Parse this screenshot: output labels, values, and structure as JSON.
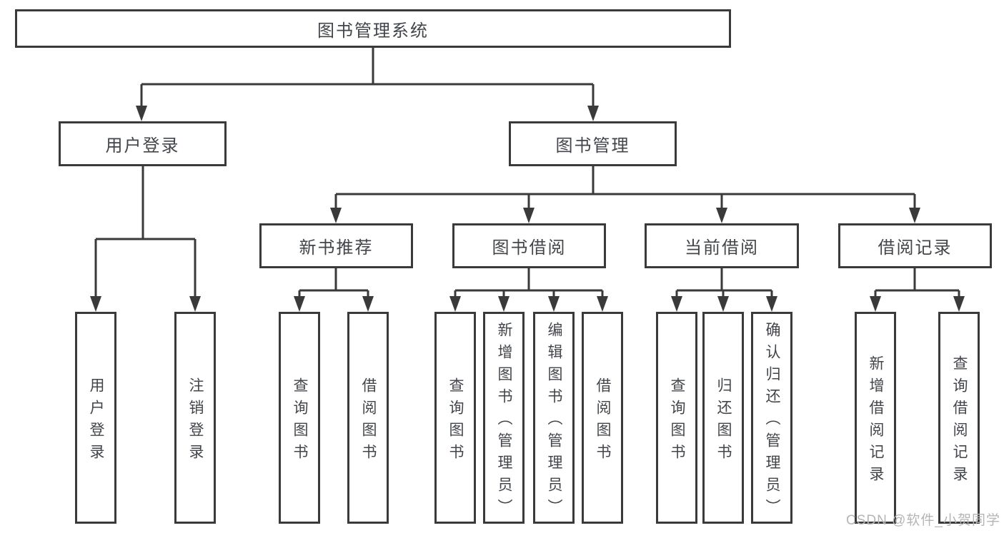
{
  "diagram_title": "图书管理系统",
  "colors": {
    "line": "#3a3a3a",
    "text": "#42454a",
    "watermark": "#b5b5b5",
    "background": "#ffffff"
  },
  "tree": {
    "root": {
      "label": "图书管理系统",
      "children": [
        {
          "label": "用户登录",
          "children": [
            {
              "label": "用户登录"
            },
            {
              "label": "注销登录"
            }
          ]
        },
        {
          "label": "图书管理",
          "children": [
            {
              "label": "新书推荐",
              "children": [
                {
                  "label": "查询图书"
                },
                {
                  "label": "借阅图书"
                }
              ]
            },
            {
              "label": "图书借阅",
              "children": [
                {
                  "label": "查询图书"
                },
                {
                  "label": "新增图书（管理员）"
                },
                {
                  "label": "编辑图书（管理员）"
                },
                {
                  "label": "借阅图书"
                }
              ]
            },
            {
              "label": "当前借阅",
              "children": [
                {
                  "label": "查询图书"
                },
                {
                  "label": "归还图书"
                },
                {
                  "label": "确认归还（管理员）"
                }
              ]
            },
            {
              "label": "借阅记录",
              "children": [
                {
                  "label": "新增借阅记录"
                },
                {
                  "label": "查询借阅记录"
                }
              ]
            }
          ]
        }
      ]
    }
  },
  "watermark": {
    "text": "CSDN @软件_小贺同学"
  }
}
